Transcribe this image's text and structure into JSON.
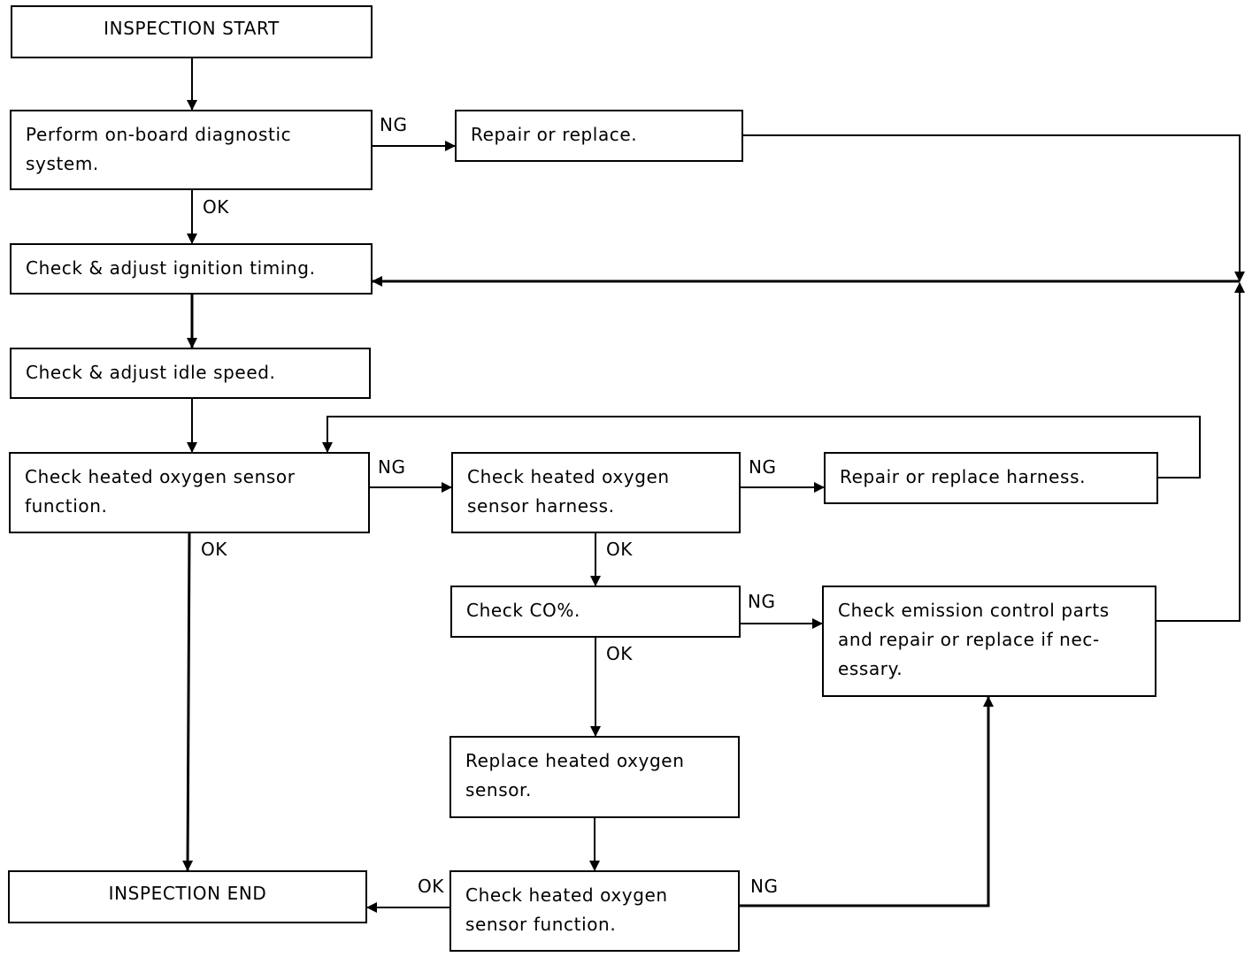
{
  "boxes": {
    "inspection_start": "INSPECTION START",
    "onboard_diag": "Perform on-board diagnostic system.",
    "repair_replace": "Repair or replace.",
    "ignition_timing": "Check & adjust ignition timing.",
    "idle_speed": "Check & adjust idle speed.",
    "o2_function": "Check heated oxygen sensor function.",
    "o2_harness": "Check heated oxygen sensor harness.",
    "repair_harness": "Repair or replace harness.",
    "check_co": "Check CO%.",
    "emission_parts": "Check emission control parts and repair or replace if nec-essary.",
    "replace_o2": "Replace heated oxygen sensor.",
    "inspection_end": "INSPECTION END",
    "o2_function_recheck": "Check heated oxygen sensor function."
  },
  "labels": {
    "ng_diag": "NG",
    "ok_diag": "OK",
    "ng_o2": "NG",
    "ok_o2": "OK",
    "ng_harness": "NG",
    "ok_harness": "OK",
    "ng_co": "NG",
    "ok_co": "OK",
    "ok_recheck": "OK",
    "ng_recheck": "NG"
  }
}
